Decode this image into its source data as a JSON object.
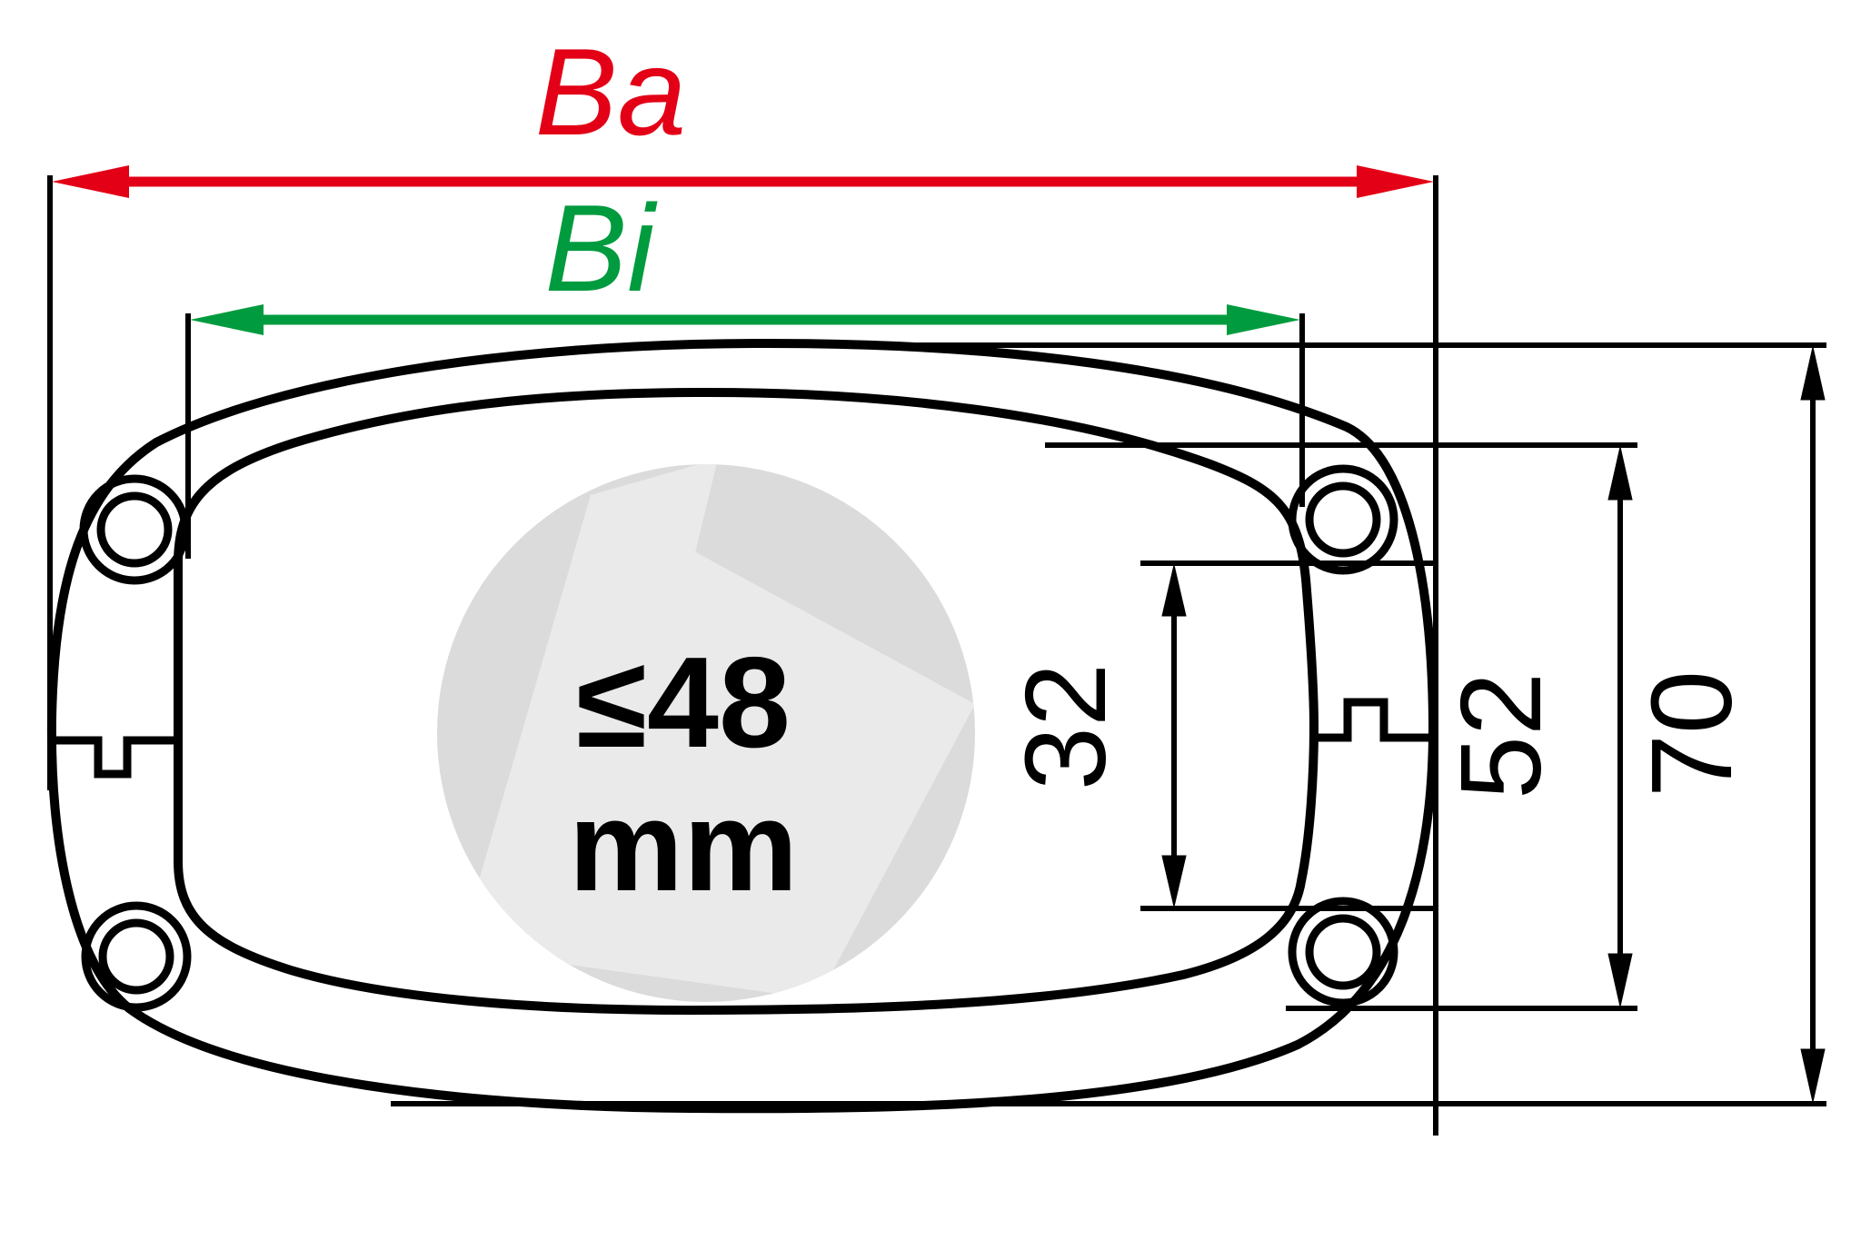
{
  "drawing": {
    "title": "Clamp body dimension drawing",
    "dim_ba": {
      "label": "Ba",
      "color": "#e30016"
    },
    "dim_bi": {
      "label": "Bi",
      "color": "#009b3e"
    },
    "dim_32": {
      "label": "32"
    },
    "dim_52": {
      "label": "52"
    },
    "dim_70": {
      "label": "70"
    },
    "center_note": {
      "line1": "≤48",
      "line2": "mm"
    },
    "line_color": "#000000",
    "watermark": {
      "circle_color": "#dbdbdb",
      "arrow_color": "#eaeaea"
    }
  }
}
